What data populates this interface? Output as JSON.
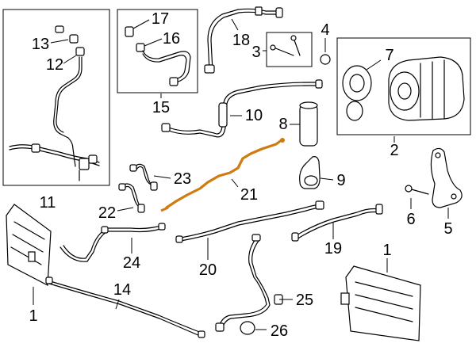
{
  "diagram": {
    "highlight_color": "#d07a10",
    "callouts": {
      "c1a": "1",
      "c1b": "1",
      "c2": "2",
      "c3": "3",
      "c4": "4",
      "c5": "5",
      "c6": "6",
      "c7": "7",
      "c8": "8",
      "c9": "9",
      "c10": "10",
      "c11": "11",
      "c12": "12",
      "c13": "13",
      "c14": "14",
      "c15": "15",
      "c16": "16",
      "c17": "17",
      "c18": "18",
      "c19": "19",
      "c20": "20",
      "c21": "21",
      "c22": "22",
      "c23": "23",
      "c24": "24",
      "c25": "25",
      "c26": "26"
    }
  }
}
